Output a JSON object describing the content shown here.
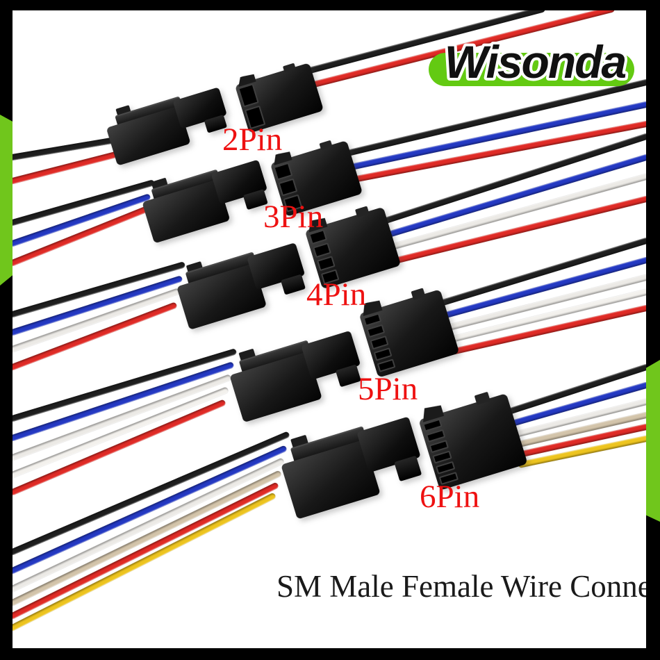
{
  "brand": {
    "name": "Wisonda",
    "pill_color": "#63ca12",
    "text_color": "#111111",
    "outline_color": "#ffffff"
  },
  "caption": {
    "text": "SM Male Female Wire Connector",
    "color": "#1a1a1a"
  },
  "frame": {
    "color": "#000000",
    "accent_color": "#70c61c"
  },
  "background": "#ffffff",
  "label_color": "#ee1111",
  "wire_palette": {
    "black": "#1f1f1f",
    "red": "#df2b26",
    "blue": "#2439c2",
    "white": "#eceae6",
    "white2": "#f3f1ed",
    "tan": "#d3c4aa",
    "yellow": "#edc41f"
  },
  "connectors": [
    {
      "label": "2Pin",
      "pins": 2,
      "wires": [
        "black",
        "red"
      ]
    },
    {
      "label": "3Pin",
      "pins": 3,
      "wires": [
        "black",
        "blue",
        "red"
      ]
    },
    {
      "label": "4Pin",
      "pins": 4,
      "wires": [
        "black",
        "blue",
        "white",
        "red"
      ]
    },
    {
      "label": "5Pin",
      "pins": 5,
      "wires": [
        "black",
        "blue",
        "white",
        "white2",
        "red"
      ]
    },
    {
      "label": "6Pin",
      "pins": 6,
      "wires": [
        "black",
        "blue",
        "white",
        "tan",
        "red",
        "yellow"
      ]
    }
  ]
}
